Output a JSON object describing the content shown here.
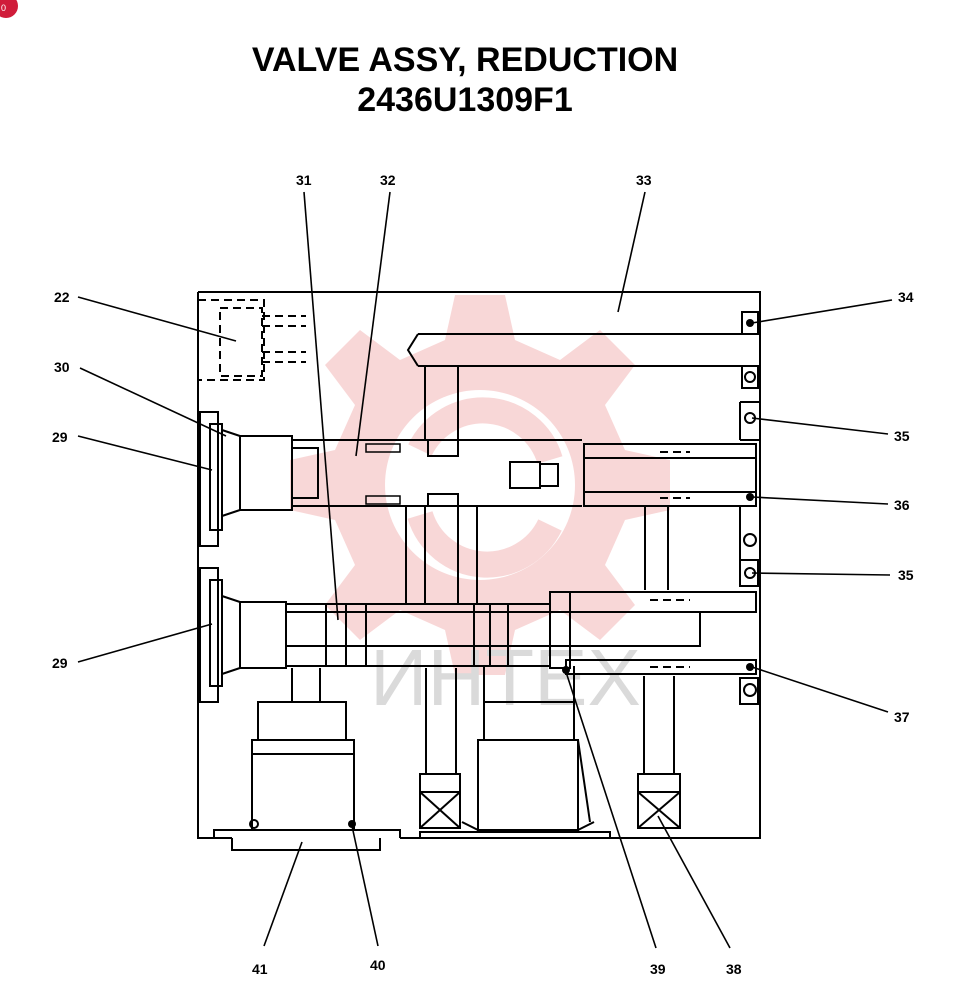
{
  "title": {
    "line1": "VALVE ASSY, REDUCTION",
    "line2": "2436U1309F1"
  },
  "colors": {
    "line": "#000000",
    "watermark": "#f4b8b8",
    "badge": "#d01c3a"
  },
  "watermark": {
    "text": "ИНТЕХ",
    "icon": "gear-icon"
  },
  "corner_badge": {
    "icon": "logo-icon",
    "text": "0"
  },
  "callouts": [
    {
      "id": "c22",
      "label": "22"
    },
    {
      "id": "c30",
      "label": "30"
    },
    {
      "id": "c29a",
      "label": "29"
    },
    {
      "id": "c29b",
      "label": "29"
    },
    {
      "id": "c31",
      "label": "31"
    },
    {
      "id": "c32",
      "label": "32"
    },
    {
      "id": "c33",
      "label": "33"
    },
    {
      "id": "c34",
      "label": "34"
    },
    {
      "id": "c35a",
      "label": "35"
    },
    {
      "id": "c36",
      "label": "36"
    },
    {
      "id": "c35b",
      "label": "35"
    },
    {
      "id": "c37",
      "label": "37"
    },
    {
      "id": "c41",
      "label": "41"
    },
    {
      "id": "c40",
      "label": "40"
    },
    {
      "id": "c39",
      "label": "39"
    },
    {
      "id": "c38",
      "label": "38"
    }
  ]
}
